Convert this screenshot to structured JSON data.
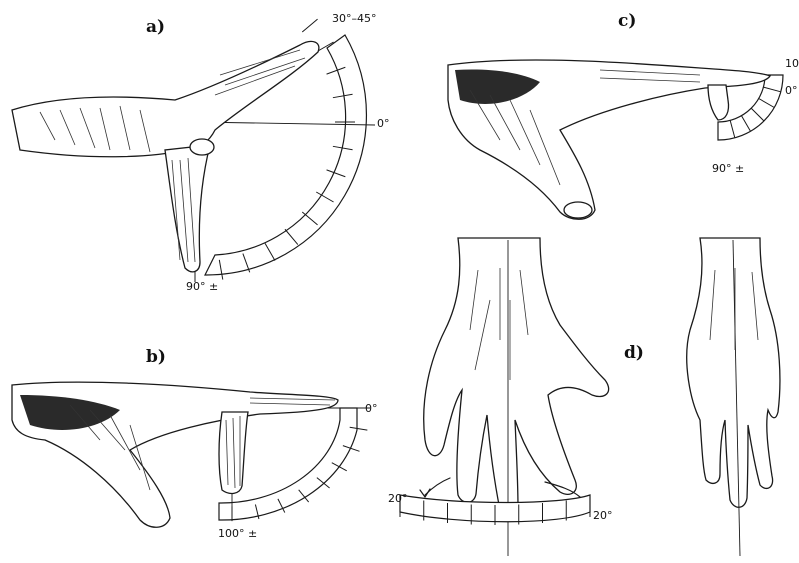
{
  "panels": {
    "a": {
      "label": "a)",
      "angle_top": "30°–45°",
      "angle_mid": "0°",
      "angle_bottom": "90° ±"
    },
    "b": {
      "label": "b)",
      "angle_right": "0°",
      "angle_bottom": "100° ±"
    },
    "c": {
      "label": "c)",
      "angle_right_top": "10",
      "angle_right": "0°",
      "angle_bottom": "90° ±"
    },
    "d": {
      "label": "d)",
      "angle_left": "20°",
      "angle_right": "20°"
    }
  }
}
